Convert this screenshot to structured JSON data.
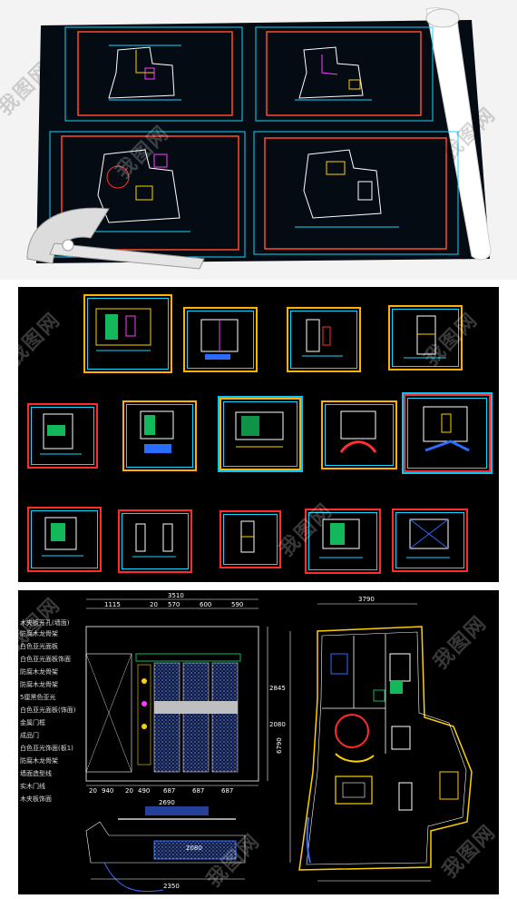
{
  "watermark": "我图网",
  "top_panel": {
    "sheets": [
      "sheet-1",
      "sheet-2",
      "sheet-3",
      "sheet-4"
    ]
  },
  "middle_panel": {
    "rows": [
      4,
      5,
      5
    ]
  },
  "bottom_panel": {
    "elevation": {
      "top_total": "3510",
      "top_dims": [
        "1115",
        "20",
        "570",
        "600",
        "590"
      ],
      "bottom_dims": [
        "20",
        "940",
        "20",
        "490",
        "687",
        "687",
        "687"
      ],
      "bottom_total": "2690",
      "right_dims": [
        "2845",
        "2080"
      ],
      "detail_dims": [
        "2080",
        "2350"
      ],
      "labels": [
        "木夹板开孔(墙面)",
        "防腐木龙骨架",
        "白色亚光面板",
        "白色亚光面板饰面",
        "防腐木龙骨架",
        "防腐木龙骨架",
        "5厘黑色亚光",
        "白色亚光面板(饰面)",
        "金属门框",
        "成品门",
        "白色亚光饰面(板1)",
        "防腐木龙骨架",
        "墙面造型线",
        "实木门线",
        "木夹板饰面"
      ]
    },
    "floorplan": {
      "top_dim": "3790",
      "left_dim": "6790"
    }
  }
}
